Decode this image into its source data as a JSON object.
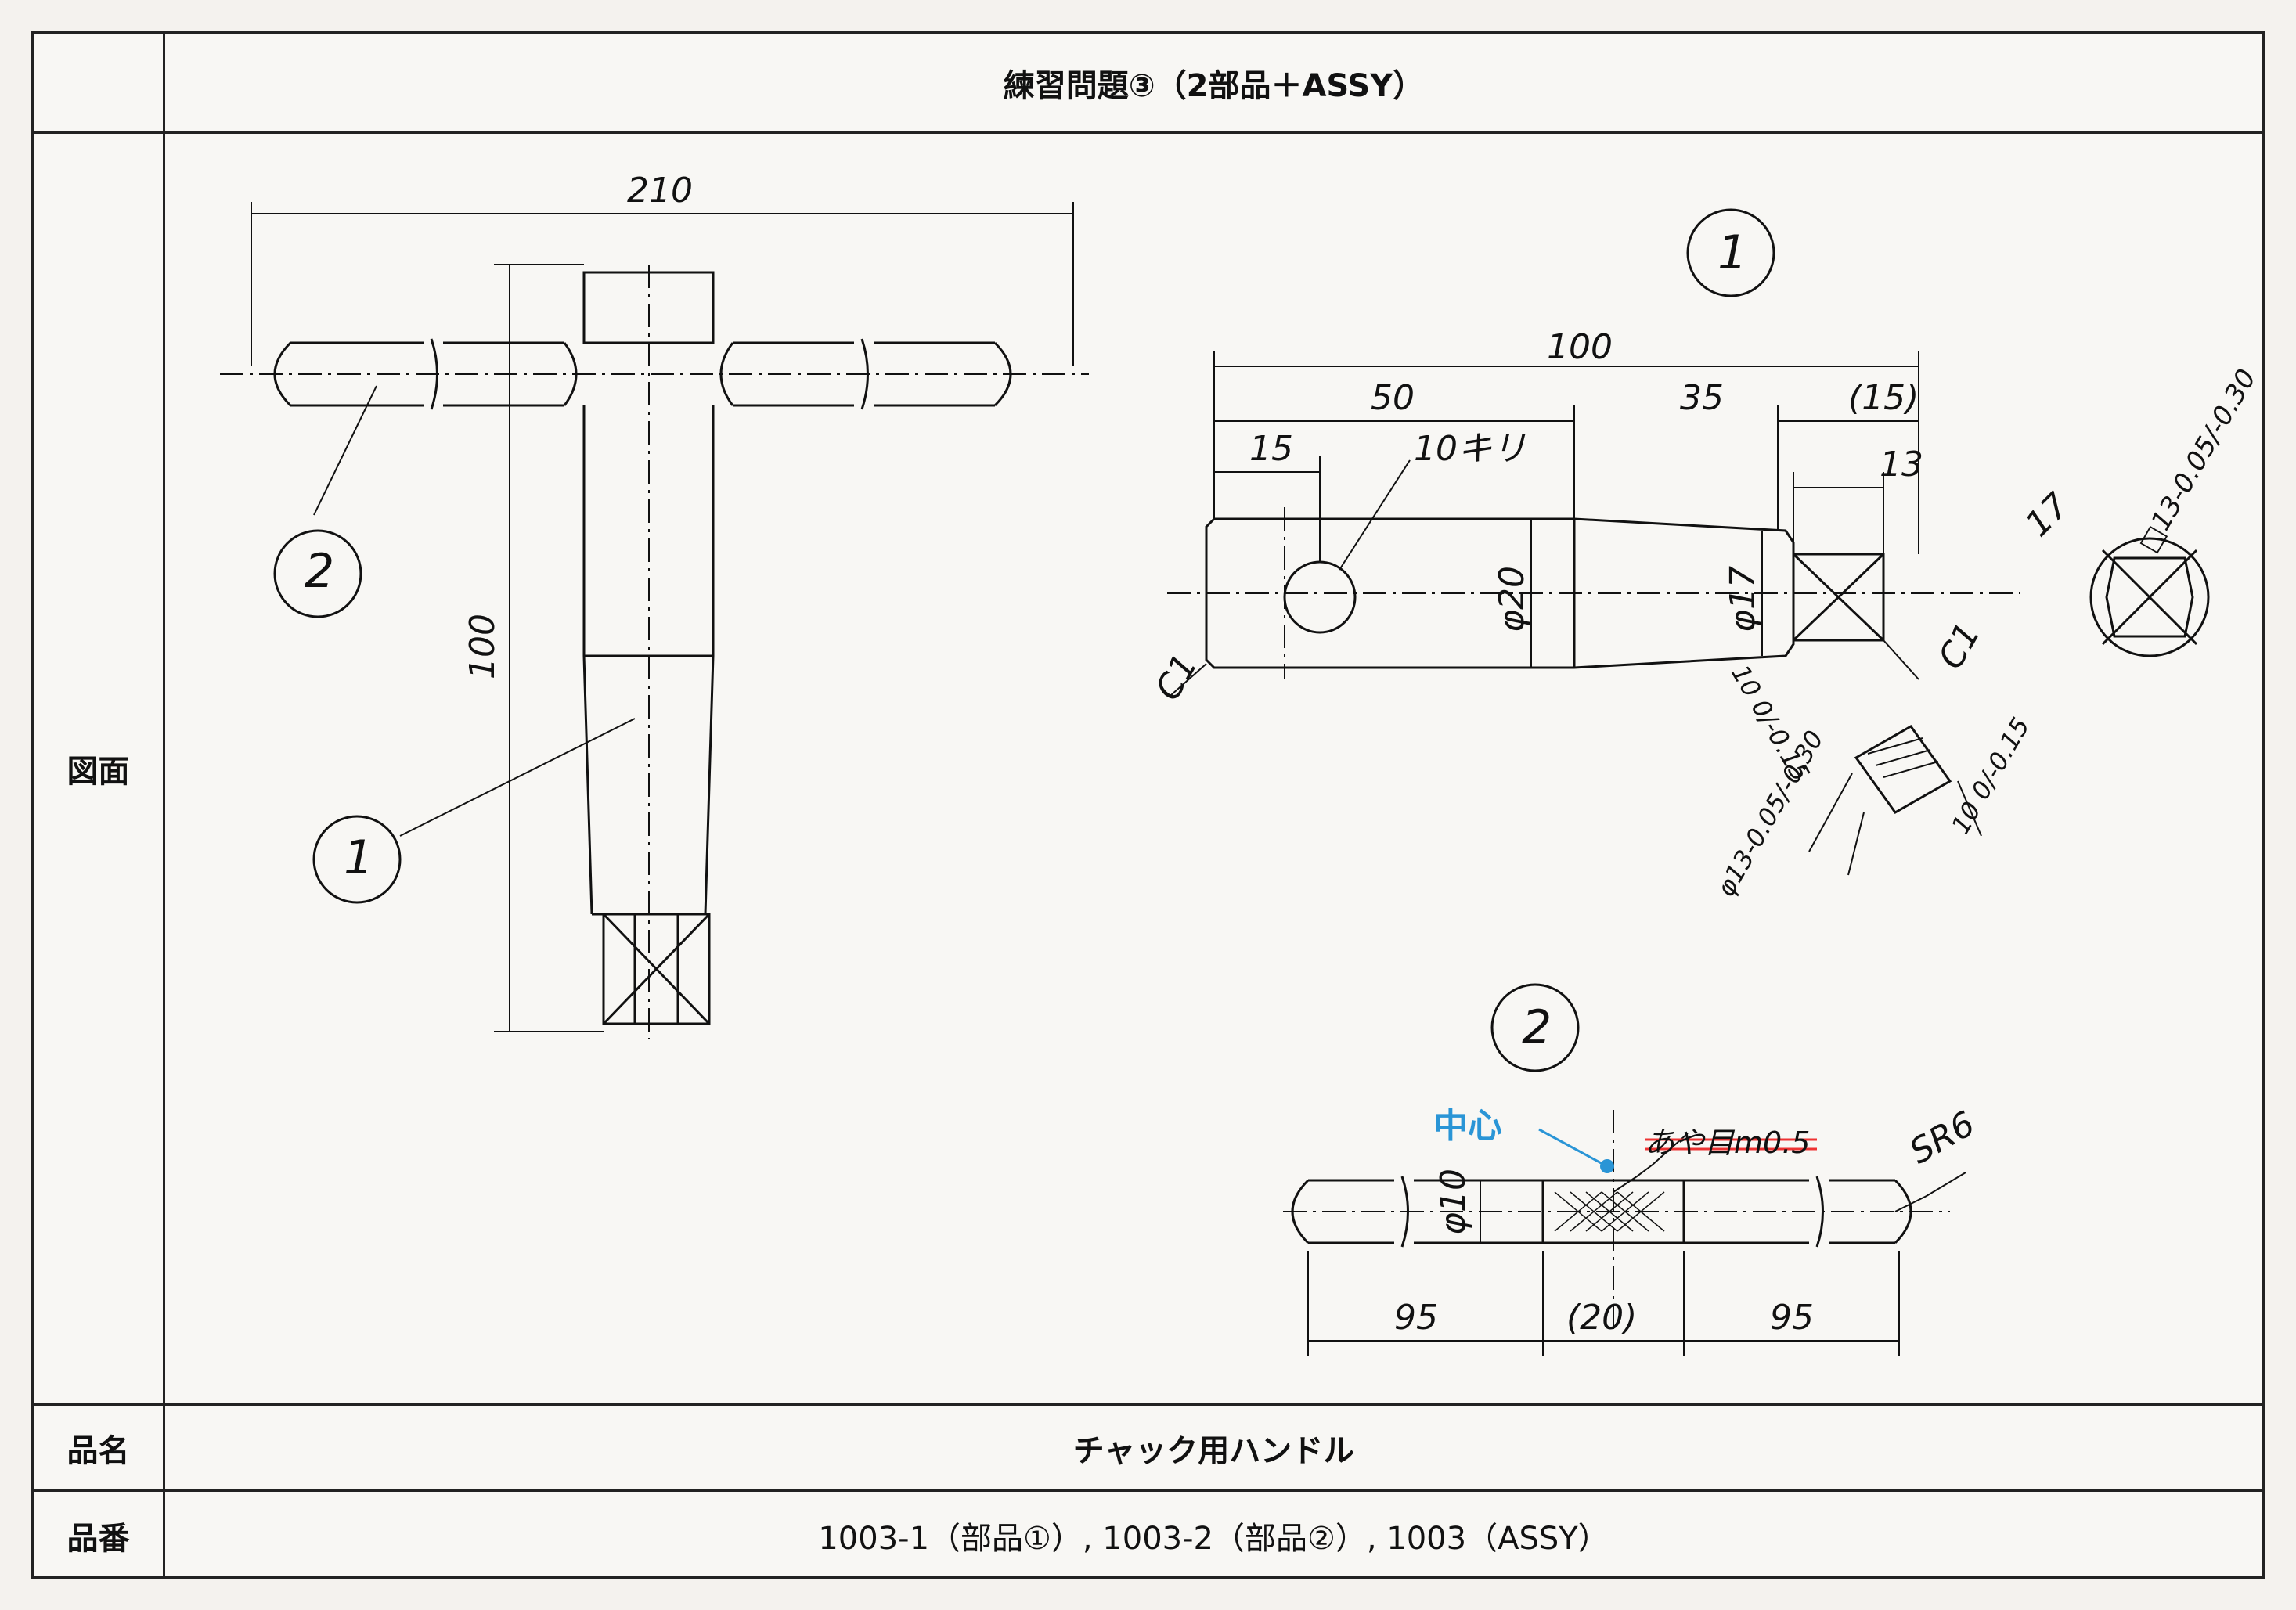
{
  "title": "練習問題③（2部品＋ASSY）",
  "labels": {
    "drawing": "図面",
    "part_name": "品名",
    "part_number": "品番"
  },
  "part_name": "チャック用ハンドル",
  "part_number": "1003-1（部品①）, 1003-2（部品②）, 1003（ASSY）",
  "drawing": {
    "assy": {
      "overall_width": "210",
      "overall_height": "100",
      "balloon_1": "1",
      "balloon_2": "2"
    },
    "part1": {
      "balloon": "1",
      "len_total": "100",
      "len_50": "50",
      "len_35": "35",
      "len_15ref": "(15)",
      "len_15": "15",
      "hole": "10キリ",
      "len_13": "13",
      "dia_20": "φ20",
      "dia_17": "φ17",
      "chamfer_left": "C1",
      "chamfer_right": "C1",
      "across_flats": "17",
      "sq_outer": "□13-0.05/-0.30",
      "tol_a": "10 0/-0.15",
      "tol_b": "10 0/-0.15",
      "tol_c": "φ13-0.05/-0.30"
    },
    "part2": {
      "balloon": "2",
      "center_note": "中心",
      "knurl_note": "あや目m0.5",
      "radius": "SR6",
      "dia": "φ10",
      "len_left": "95",
      "len_mid": "(20)",
      "len_right": "95"
    }
  }
}
